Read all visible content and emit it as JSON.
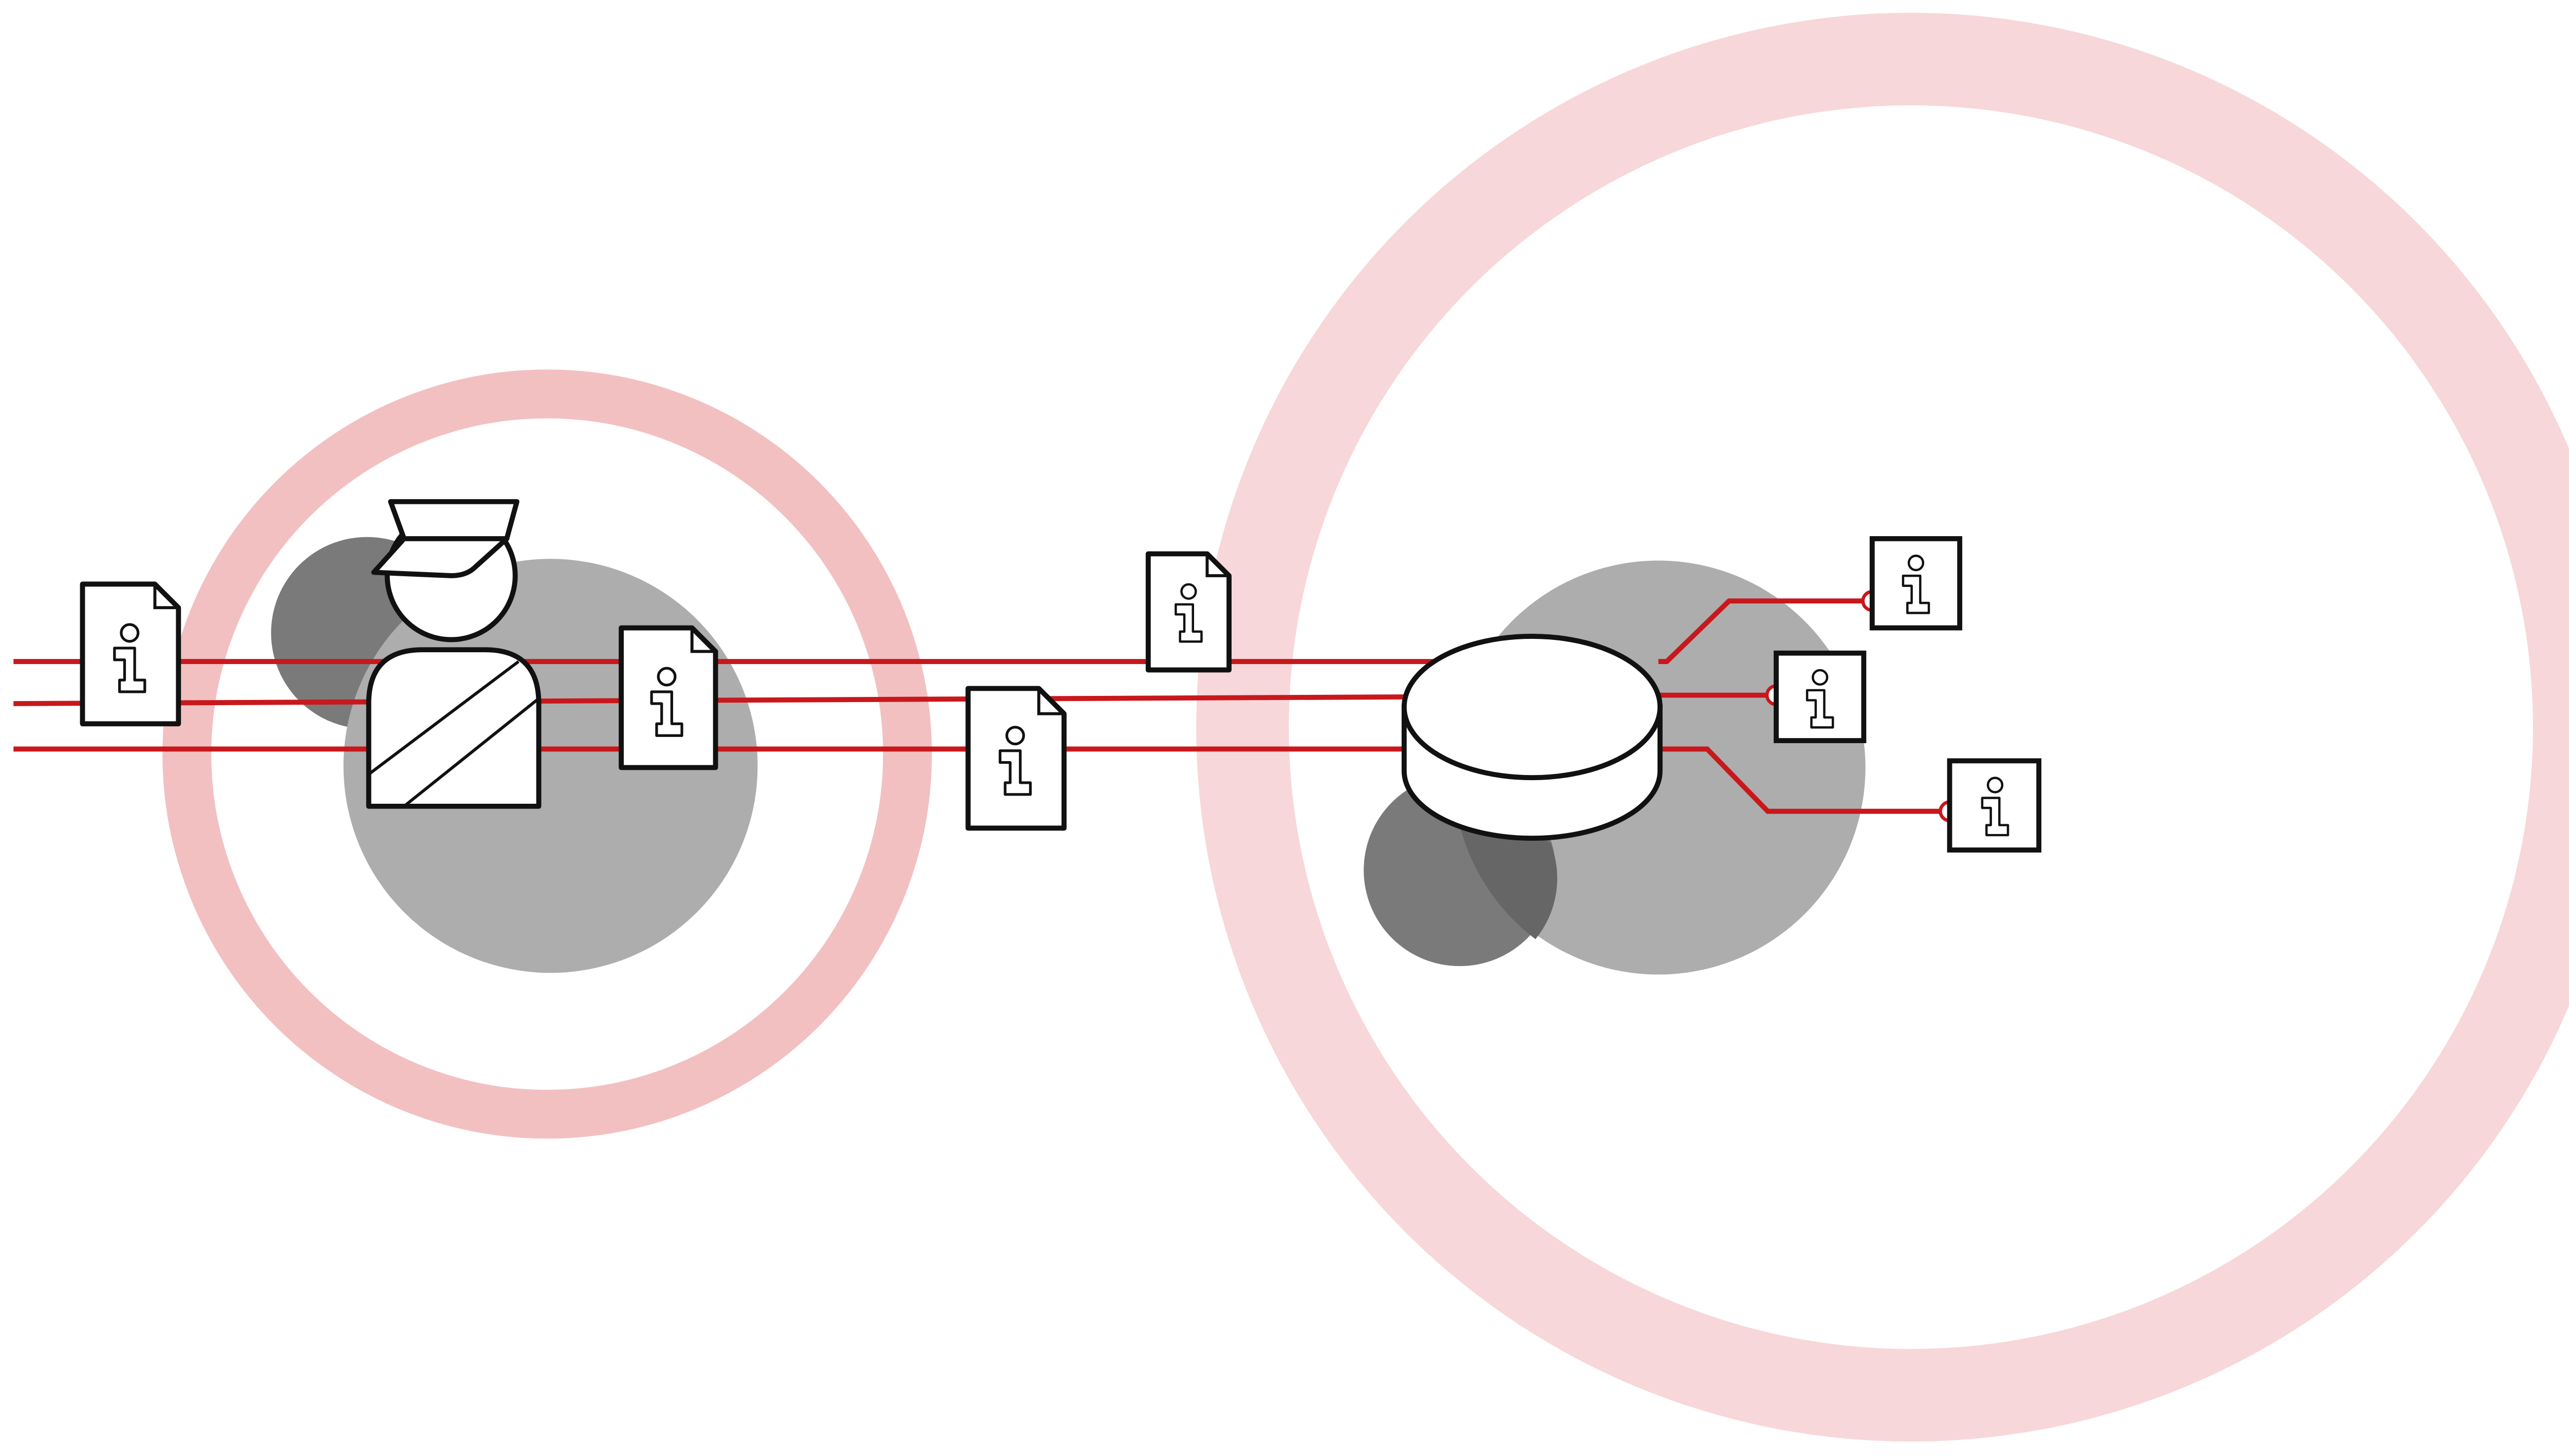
{
  "colors": {
    "background": "#ffffff",
    "line_red": "#c8181c",
    "ring_left": "#f2c0c1",
    "ring_right": "#f7d7d9",
    "gray_light": "#adadad",
    "gray_dark": "#7a7a7a",
    "gray_overlap": "#666666",
    "stroke": "#111111",
    "fill_white": "#ffffff"
  },
  "elements": {
    "left_zone_ring": "ring",
    "right_zone_ring": "ring",
    "officer": "officer-icon",
    "database": "database-icon",
    "document": "info-document-icon",
    "info_card": "info-card-icon",
    "connector_end": "connector-end-icon"
  },
  "counts": {
    "input_lines": 3,
    "output_lines": 3,
    "documents_in_transit": 4,
    "output_cards": 3
  }
}
